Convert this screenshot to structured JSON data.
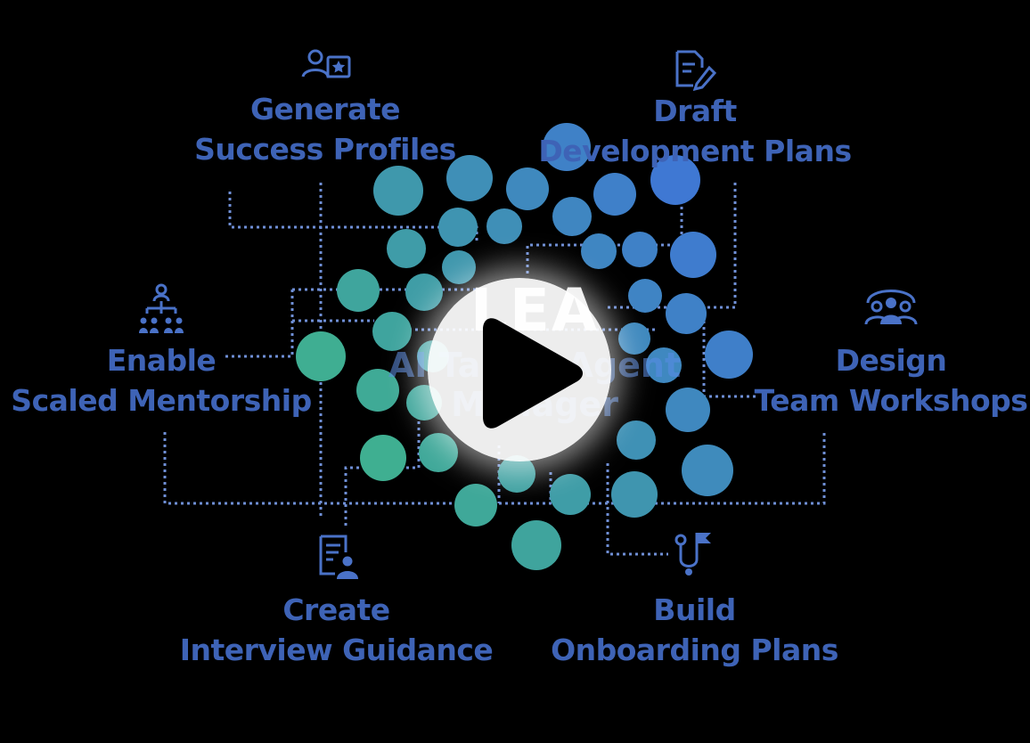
{
  "video": {
    "play_label": "Play"
  },
  "center": {
    "title": "LEA",
    "subtitle_line1": "AI Talent Agent",
    "subtitle_line2": "Manager"
  },
  "features": {
    "success_profiles": {
      "icon": "profile-star-icon",
      "line1": "Generate",
      "line2": "Success Profiles"
    },
    "development_plans": {
      "icon": "document-pen-icon",
      "line1": "Draft",
      "line2": "Development Plans"
    },
    "mentorship": {
      "icon": "org-hierarchy-icon",
      "line1": "Enable",
      "line2": "Scaled Mentorship"
    },
    "workshops": {
      "icon": "team-group-icon",
      "line1": "Design",
      "line2": "Team Workshops"
    },
    "interview": {
      "icon": "interview-document-icon",
      "line1": "Create",
      "line2": "Interview Guidance"
    },
    "onboarding": {
      "icon": "flag-path-icon",
      "line1": "Build",
      "line2": "Onboarding Plans"
    }
  },
  "colors": {
    "background": "#000000",
    "label_blue": "#3e63b6",
    "dot_green": "#3fbf7f",
    "dot_blue": "#3f6fe0",
    "connector": "#6f8fd6"
  }
}
